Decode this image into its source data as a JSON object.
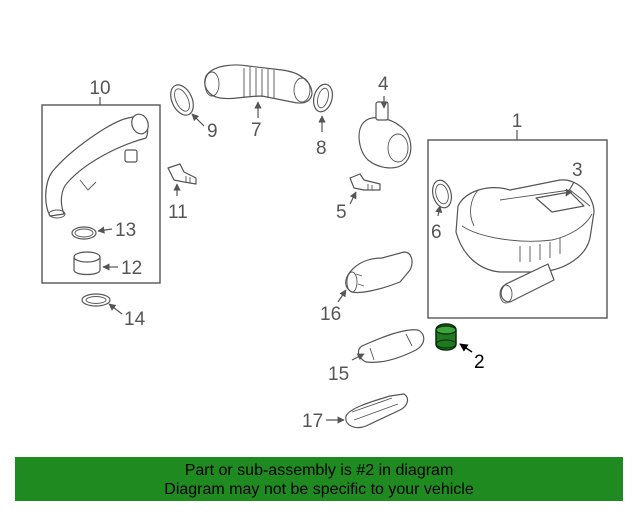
{
  "callouts": {
    "c1": "1",
    "c2": "2",
    "c3": "3",
    "c4": "4",
    "c5": "5",
    "c6": "6",
    "c7": "7",
    "c8": "8",
    "c9": "9",
    "c10": "10",
    "c11": "11",
    "c12": "12",
    "c13": "13",
    "c14": "14",
    "c15": "15",
    "c16": "16",
    "c17": "17"
  },
  "highlight": {
    "part": "2",
    "color": "#1f7a1f"
  },
  "banner": {
    "line1": "Part or sub-assembly is #2 in diagram",
    "line2": "Diagram may not be specific to your vehicle",
    "color": "#1f8a1f"
  }
}
